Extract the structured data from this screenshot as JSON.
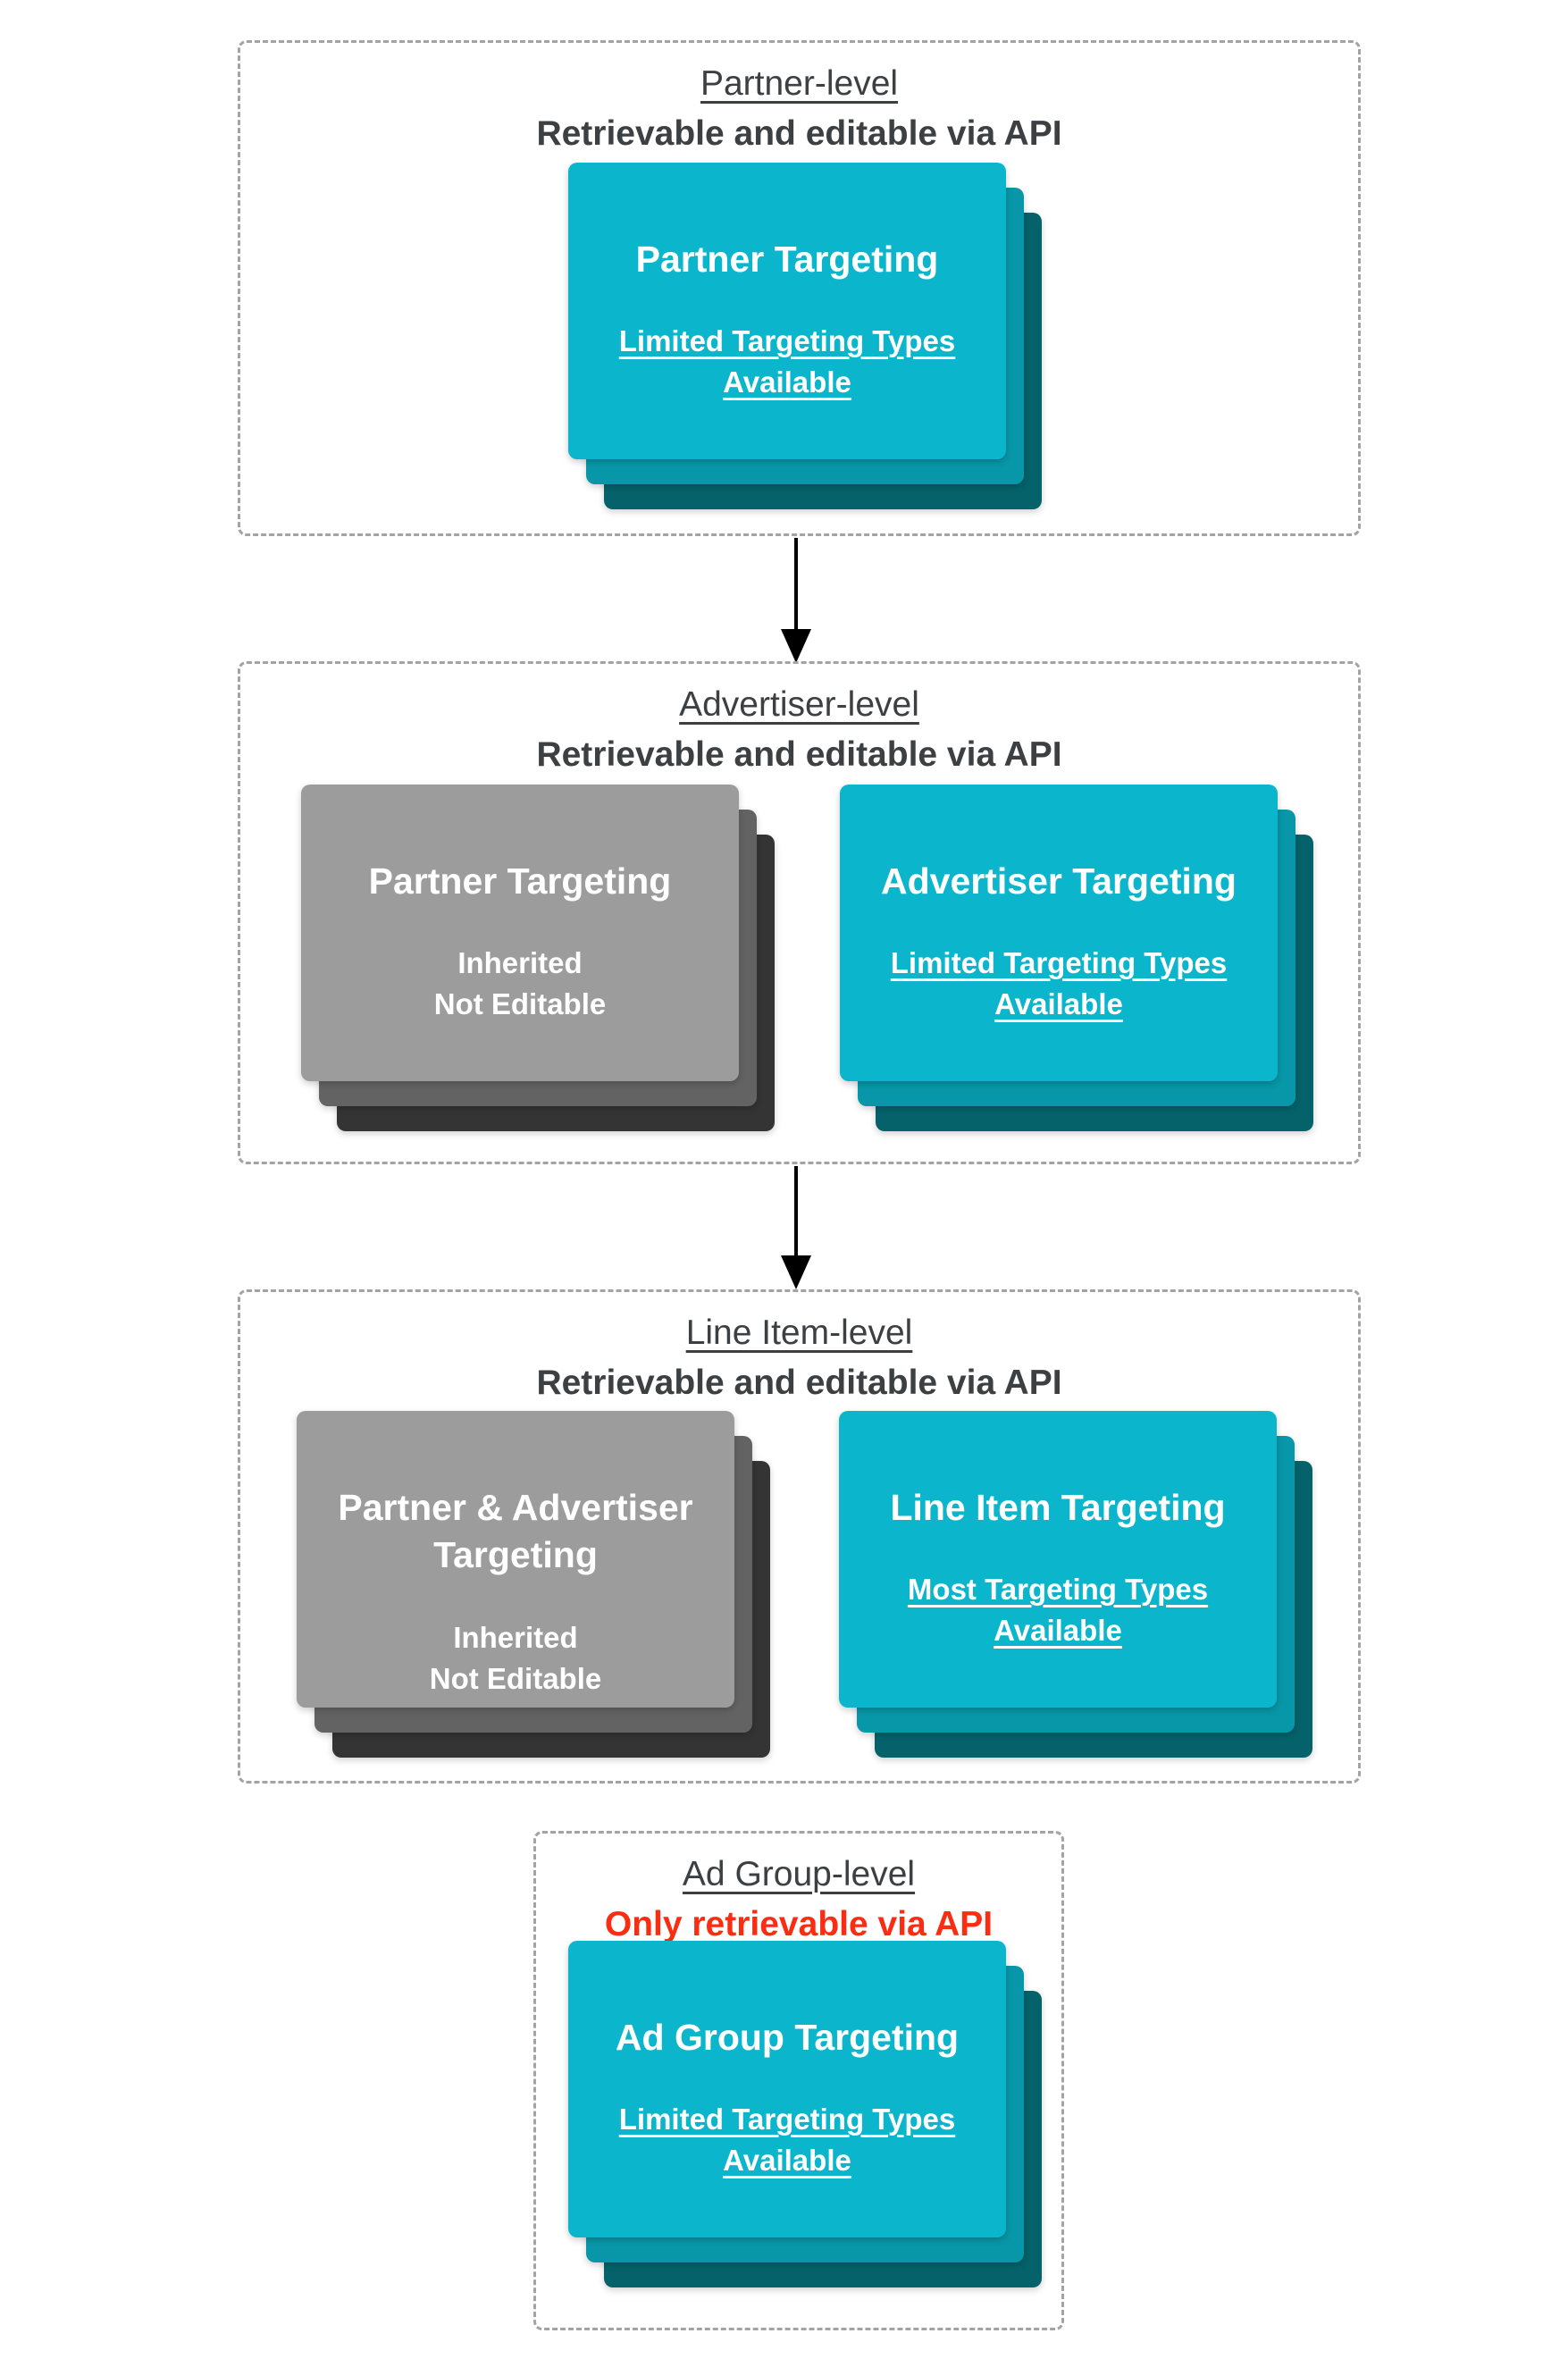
{
  "colors": {
    "teal_card": "#0bb6cc",
    "teal_layer_mid": "#0897a8",
    "teal_layer_back": "#05626a",
    "gray_card": "#9c9c9c",
    "gray_layer_mid": "#636363",
    "gray_layer_back": "#343434",
    "heading_text": "#3c4043",
    "alert_text": "#fa2c12",
    "card_text": "#ffffff",
    "dashed_border": "#a3a3a3",
    "arrow": "#000000"
  },
  "sections": [
    {
      "level": "Partner-level",
      "api_access": "Retrievable and editable via API",
      "cards": [
        {
          "style": "teal",
          "title": "Partner Targeting",
          "note": "Limited Targeting Types\nAvailable"
        }
      ]
    },
    {
      "level": "Advertiser-level",
      "api_access": "Retrievable and editable via API",
      "cards": [
        {
          "style": "gray",
          "title": "Partner Targeting",
          "note": "Inherited\nNot Editable"
        },
        {
          "style": "teal",
          "title": "Advertiser Targeting",
          "note": "Limited Targeting Types\nAvailable"
        }
      ]
    },
    {
      "level": "Line Item-level",
      "api_access": "Retrievable and editable via API",
      "cards": [
        {
          "style": "gray",
          "title": "Partner & Advertiser\nTargeting",
          "note": "Inherited\nNot Editable"
        },
        {
          "style": "teal",
          "title": "Line Item Targeting",
          "note": "Most Targeting Types\nAvailable"
        }
      ]
    },
    {
      "level": "Ad Group-level",
      "api_access": "Only retrievable via API",
      "cards": [
        {
          "style": "teal",
          "title": "Ad Group Targeting",
          "note": "Limited Targeting Types\nAvailable"
        }
      ]
    }
  ]
}
